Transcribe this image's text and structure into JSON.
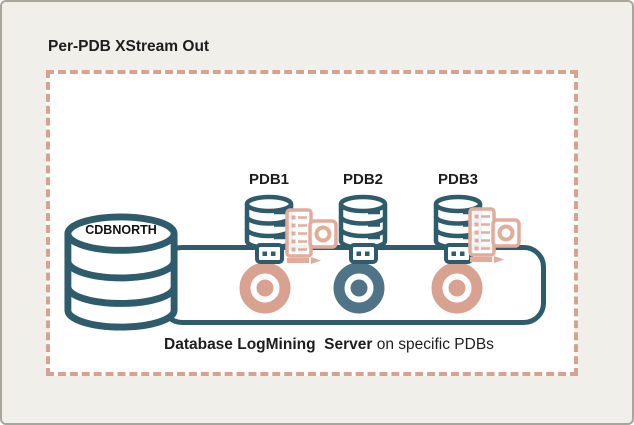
{
  "title": "Per-PDB XStream Out",
  "cdb": {
    "label": "CDBNORTH"
  },
  "pdbs": [
    {
      "label": "PDB1",
      "process_color": "salmon",
      "has_capture_icon": true
    },
    {
      "label": "PDB2",
      "process_color": "slate",
      "has_capture_icon": false
    },
    {
      "label": "PDB3",
      "process_color": "salmon",
      "has_capture_icon": true
    }
  ],
  "caption": {
    "bold": "Database LogMining  Server",
    "regular": " on specific PDBs"
  },
  "colors": {
    "teal": "#2E5C6C",
    "slate": "#4F7487",
    "salmon": "#D9A190",
    "salmon_light": "#E2AC9B",
    "frame_bg": "#F1EFE9",
    "frame_border": "#A9A59A",
    "text": "#1D1D1D"
  }
}
